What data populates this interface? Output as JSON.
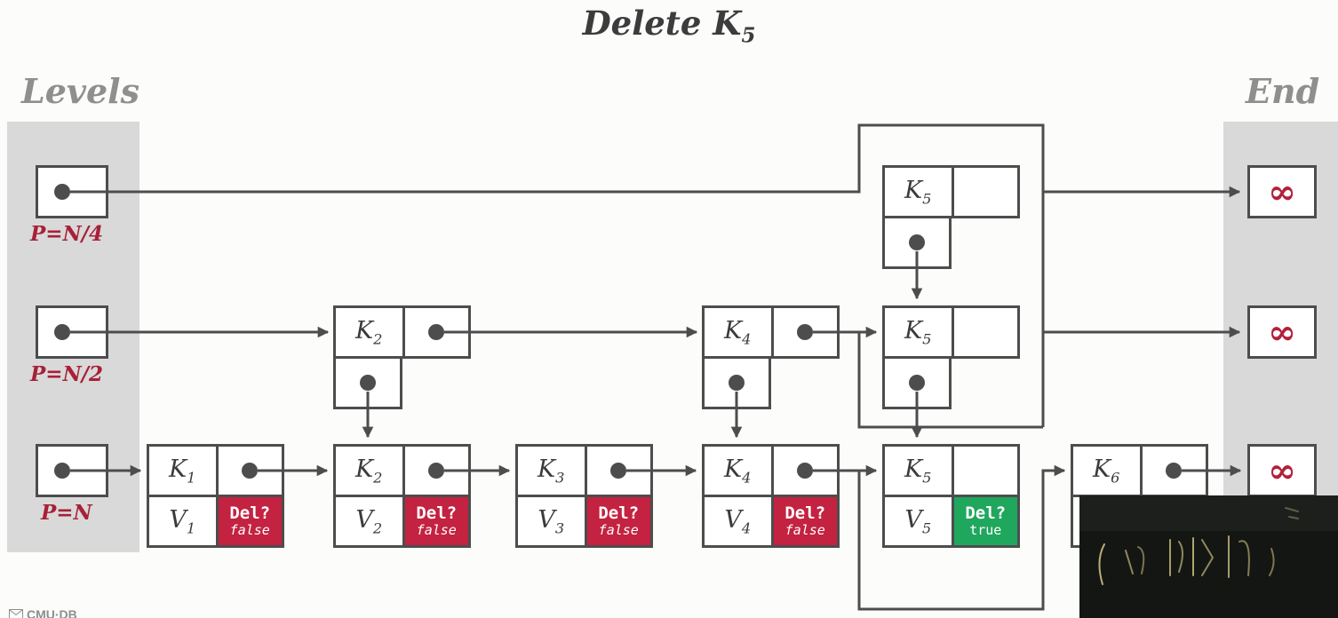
{
  "title": {
    "prefix": "Delete K",
    "sub": "5"
  },
  "labels": {
    "levels": "Levels",
    "end": "End",
    "infinity": "∞",
    "logo": "CMU·DB"
  },
  "levels": [
    {
      "name": "P=N/4"
    },
    {
      "name": "P=N/2"
    },
    {
      "name": "P=N"
    }
  ],
  "nodes": {
    "top_k5": {
      "key": "K",
      "sub": "5"
    },
    "mid_k2": {
      "key": "K",
      "sub": "2"
    },
    "mid_k4": {
      "key": "K",
      "sub": "4"
    },
    "mid_k5": {
      "key": "K",
      "sub": "5"
    },
    "bottom": [
      {
        "key": "K",
        "key_sub": "1",
        "val": "V",
        "val_sub": "1",
        "del_label": "Del?",
        "del_value": "false"
      },
      {
        "key": "K",
        "key_sub": "2",
        "val": "V",
        "val_sub": "2",
        "del_label": "Del?",
        "del_value": "false"
      },
      {
        "key": "K",
        "key_sub": "3",
        "val": "V",
        "val_sub": "3",
        "del_label": "Del?",
        "del_value": "false"
      },
      {
        "key": "K",
        "key_sub": "4",
        "val": "V",
        "val_sub": "4",
        "del_label": "Del?",
        "del_value": "false"
      },
      {
        "key": "K",
        "key_sub": "5",
        "val": "V",
        "val_sub": "5",
        "del_label": "Del?",
        "del_value": "true"
      },
      {
        "key": "K",
        "key_sub": "6"
      }
    ]
  },
  "colors": {
    "line": "#4D4D4D",
    "accent_red": "#B2213A",
    "del_false_bg": "#C32240",
    "del_true_bg": "#1FA75D",
    "column_bg": "#D9D9D9"
  }
}
